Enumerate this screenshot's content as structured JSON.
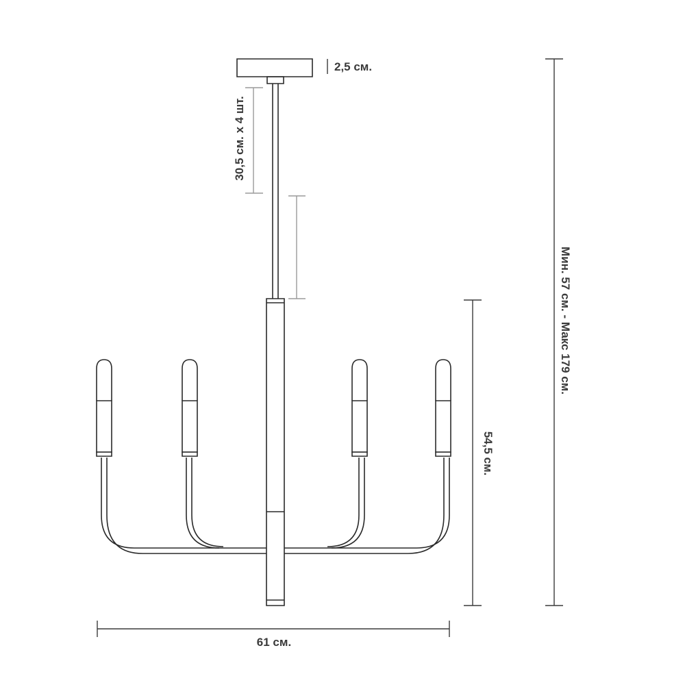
{
  "dimensions": {
    "canopy_height": "2,5 см.",
    "rod_segments": "30,5 см. x 4 шт.",
    "total_height": "Мин. 57 см. - Макс 179 см.",
    "body_height": "54,5 см.",
    "width": "61 см."
  },
  "colors": {
    "line": "#2a2a2a",
    "text": "#3a3a3a",
    "dimension_line": "#3a3a3a",
    "guide_line": "#9a9a9a"
  },
  "fixture": {
    "lamp_count": 4
  }
}
